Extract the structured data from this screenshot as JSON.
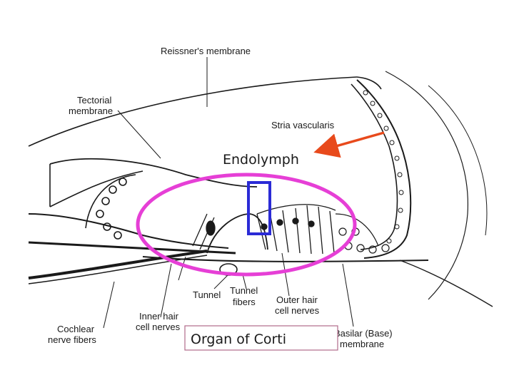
{
  "diagram": {
    "labels": {
      "reissner": "Reissner's membrane",
      "tectorial_1": "Tectorial",
      "tectorial_2": "membrane",
      "stria": "Stria vascularis",
      "tunnel": "Tunnel",
      "tunnel_fibers_1": "Tunnel",
      "tunnel_fibers_2": "fibers",
      "outer_hair_1": "Outer hair",
      "outer_hair_2": "cell nerves",
      "inner_hair_1": "Inner hair",
      "inner_hair_2": "cell nerves",
      "cochlear_1": "Cochlear",
      "cochlear_2": "nerve fibers",
      "basilar_1": "Basilar (Base)",
      "basilar_2": "membrane"
    },
    "annotations": {
      "endolymph": "Endolymph",
      "organ_of_corti": "Organ of Corti"
    },
    "colors": {
      "ellipse": "#e63fd6",
      "arrow": "#e84a1c",
      "marker_box": "#2b2bd6",
      "ink": "#1a1a1a"
    }
  }
}
